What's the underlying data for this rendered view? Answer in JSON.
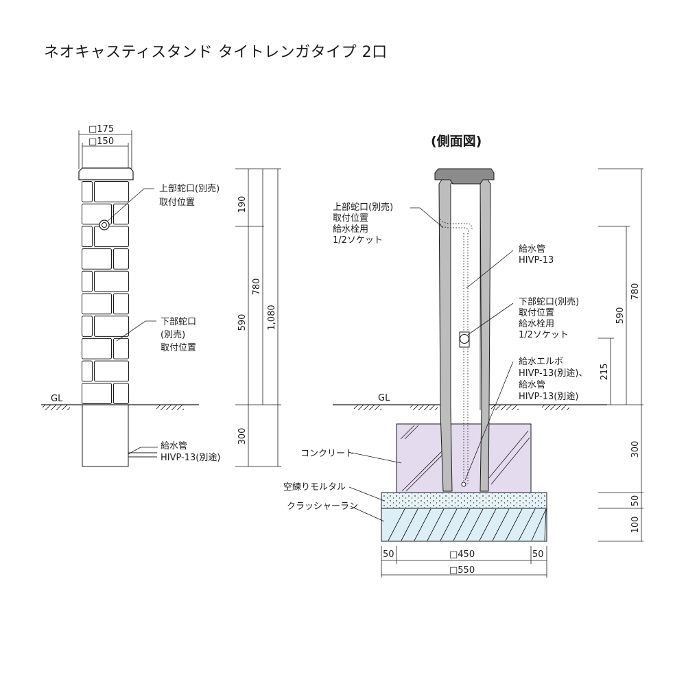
{
  "title": "ネオキャスティスタンド タイトレンガタイプ 2口",
  "front_view": {
    "width_outer": "□175",
    "width_inner": "□150",
    "upper_faucet_1": "上部蛇口(別売)",
    "upper_faucet_2": "取付位置",
    "lower_faucet_1": "下部蛇口",
    "lower_faucet_2": "(別売)",
    "lower_faucet_3": "取付位置",
    "gl": "GL",
    "pipe_1": "給水管",
    "pipe_2": "HIVP-13(別途)",
    "dim_190": "190",
    "dim_590": "590",
    "dim_780": "780",
    "dim_1080": "1,080",
    "dim_300": "300"
  },
  "side_view": {
    "heading": "(側面図)",
    "upper_1": "上部蛇口(別売)",
    "upper_2": "取付位置",
    "upper_3": "給水栓用",
    "upper_4": "1/2ソケット",
    "pipe_1": "給水管",
    "pipe_2": "HIVP-13",
    "lower_1": "下部蛇口(別売)",
    "lower_2": "取付位置",
    "lower_3": "給水栓用",
    "lower_4": "1/2ソケット",
    "elbow_1": "給水エルボ",
    "elbow_2": "HIVP-13(別途)、",
    "elbow_3": "給水管",
    "elbow_4": "HIVP-13(別途)",
    "gl": "GL",
    "concrete": "コンクリート",
    "mortar": "空練りモルタル",
    "crusher": "クラッシャーラン",
    "dim_780": "780",
    "dim_590": "590",
    "dim_215": "215",
    "dim_300": "300",
    "dim_50v": "50",
    "dim_100": "100",
    "dim_50_left": "50",
    "dim_450": "□450",
    "dim_50_right": "50",
    "dim_550": "□550"
  }
}
